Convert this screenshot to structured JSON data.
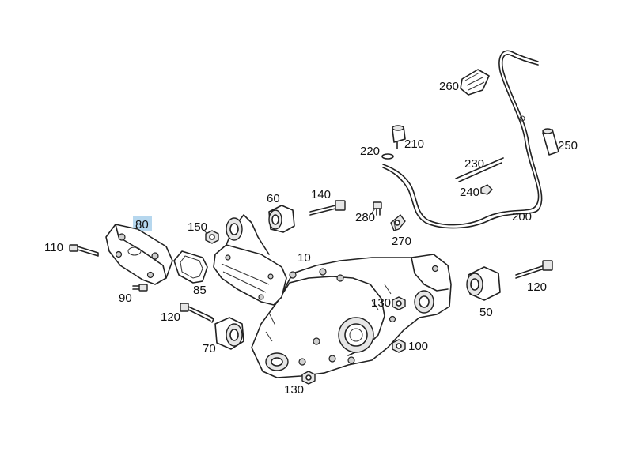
{
  "diagram": {
    "highlight_color": "#9ec9e8",
    "callouts": [
      {
        "id": "c80",
        "label": "80",
        "highlighted": true
      },
      {
        "id": "c110",
        "label": "110"
      },
      {
        "id": "c90",
        "label": "90"
      },
      {
        "id": "c150",
        "label": "150"
      },
      {
        "id": "c85",
        "label": "85"
      },
      {
        "id": "c60",
        "label": "60"
      },
      {
        "id": "c140",
        "label": "140"
      },
      {
        "id": "c10",
        "label": "10"
      },
      {
        "id": "c120a",
        "label": "120"
      },
      {
        "id": "c70",
        "label": "70"
      },
      {
        "id": "c130a",
        "label": "130"
      },
      {
        "id": "c130b",
        "label": "130"
      },
      {
        "id": "c100",
        "label": "100"
      },
      {
        "id": "c50",
        "label": "50"
      },
      {
        "id": "c120b",
        "label": "120"
      },
      {
        "id": "c280",
        "label": "280"
      },
      {
        "id": "c270",
        "label": "270"
      },
      {
        "id": "c220",
        "label": "220"
      },
      {
        "id": "c210",
        "label": "210"
      },
      {
        "id": "c230",
        "label": "230"
      },
      {
        "id": "c240",
        "label": "240"
      },
      {
        "id": "c200",
        "label": "200"
      },
      {
        "id": "c250",
        "label": "250"
      },
      {
        "id": "c260",
        "label": "260"
      }
    ]
  }
}
